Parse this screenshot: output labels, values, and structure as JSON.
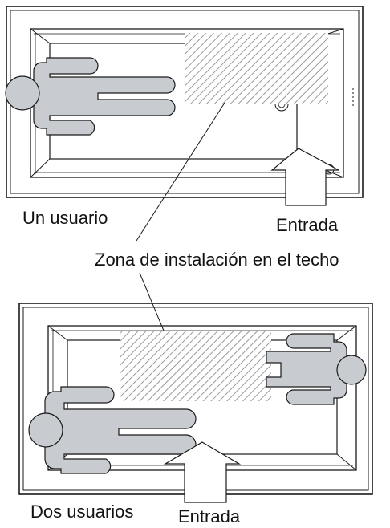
{
  "labels": {
    "single_user": "Un usuario",
    "entry_top": "Entrada",
    "ceiling_zone": "Zona de instalación en el techo",
    "two_users": "Dos usuarios",
    "entry_bottom": "Entrada"
  },
  "icons": {
    "person": "person-silhouette-icon",
    "entry": "up-arrow-icon",
    "zone": "hatched-zone"
  },
  "colors": {
    "line": "#1a1a1a",
    "person_fill": "#c8cbd0",
    "hatch": "#9a9a9a",
    "background": "#ffffff"
  }
}
